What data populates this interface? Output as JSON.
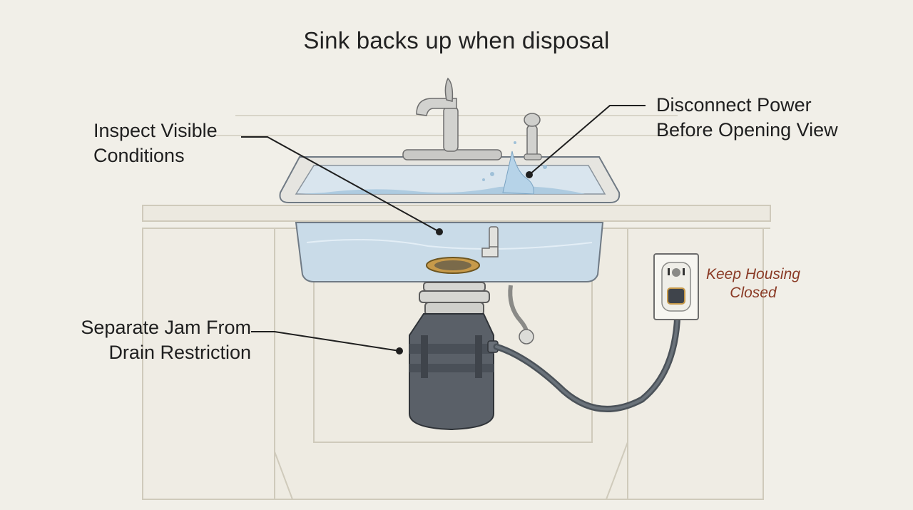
{
  "title": "Sink backs up when disposal",
  "callouts": {
    "inspect": {
      "line1": "Inspect Visible",
      "line2": "Conditions"
    },
    "power": {
      "line1": "Disconnect Power",
      "line2": "Before Opening View"
    },
    "jam": {
      "line1": "Separate Jam From",
      "line2": "Drain Restriction"
    }
  },
  "note": {
    "line1": "Keep Housing",
    "line2": "Closed"
  },
  "colors": {
    "background": "#f1efe8",
    "water": "#b9d3e6",
    "disposal": "#5a6068",
    "note_text": "#8a3a25",
    "flange": "#c79a4a"
  }
}
